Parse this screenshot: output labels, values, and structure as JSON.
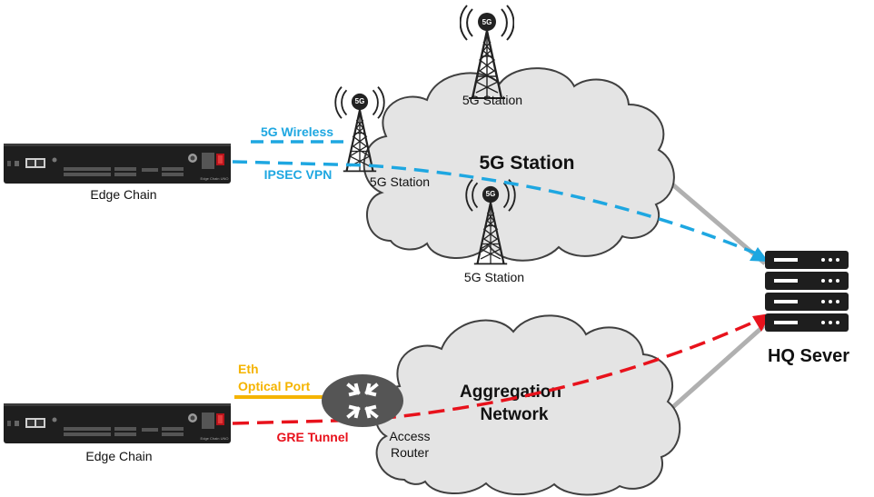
{
  "edge_devices": [
    {
      "label": "Edge Chain",
      "faceplate": "Edge Chain UNO"
    },
    {
      "label": "Edge Chain",
      "faceplate": "Edge Chain UNO"
    }
  ],
  "clouds": {
    "top": {
      "title": "5G Station"
    },
    "bottom": {
      "title_line1": "Aggregation",
      "title_line2": "Network"
    }
  },
  "towers": [
    {
      "badge": "5G",
      "label": "5G Station"
    },
    {
      "badge": "5G",
      "label": "5G Station"
    },
    {
      "badge": "5G",
      "label": "5G Station"
    }
  ],
  "links": {
    "wireless": {
      "label": "5G Wireless",
      "color": "#1ea7e1"
    },
    "ipsec": {
      "label": "IPSEC VPN",
      "color": "#1ea7e1"
    },
    "eth": {
      "label_line1": "Eth",
      "label_line2": "Optical Port",
      "color": "#f5b400"
    },
    "gre": {
      "label": "GRE Tunnel",
      "color": "#e8121c"
    }
  },
  "router": {
    "label_line1": "Access",
    "label_line2": "Router"
  },
  "server": {
    "label": "HQ Sever"
  },
  "colors": {
    "cloud_fill": "#e4e4e4",
    "cloud_stroke": "#404040",
    "trunk": "#b0b0b0",
    "device": "#1e1e1e"
  }
}
